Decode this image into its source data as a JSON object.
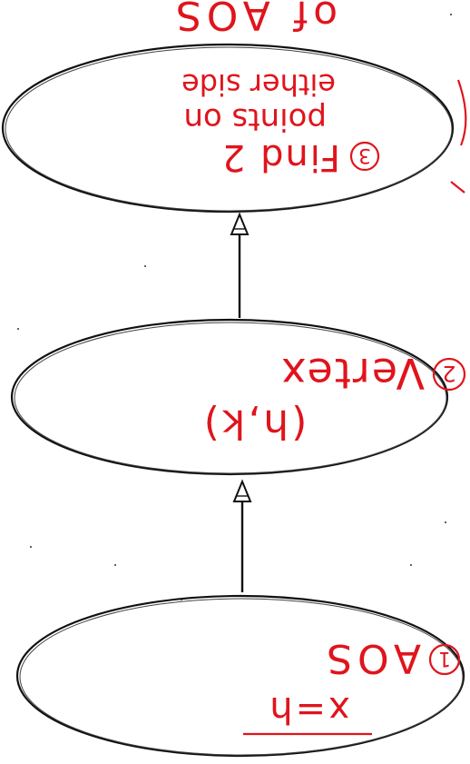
{
  "diagram": {
    "nodes": [
      {
        "id": "top",
        "lines": [
          "Find 2",
          "points on",
          "either side"
        ],
        "step": "3",
        "above": "of AOS"
      },
      {
        "id": "middle",
        "lines": [
          "(h,k)",
          "Vertex"
        ],
        "step": "2"
      },
      {
        "id": "bottom",
        "lines": [
          "x=h",
          "AOS"
        ],
        "step": "1"
      }
    ],
    "edges": [
      {
        "from": "bottom",
        "to": "middle"
      },
      {
        "from": "middle",
        "to": "top"
      }
    ],
    "colors": {
      "ink": "#111111",
      "annotation": "#e0141c"
    }
  }
}
